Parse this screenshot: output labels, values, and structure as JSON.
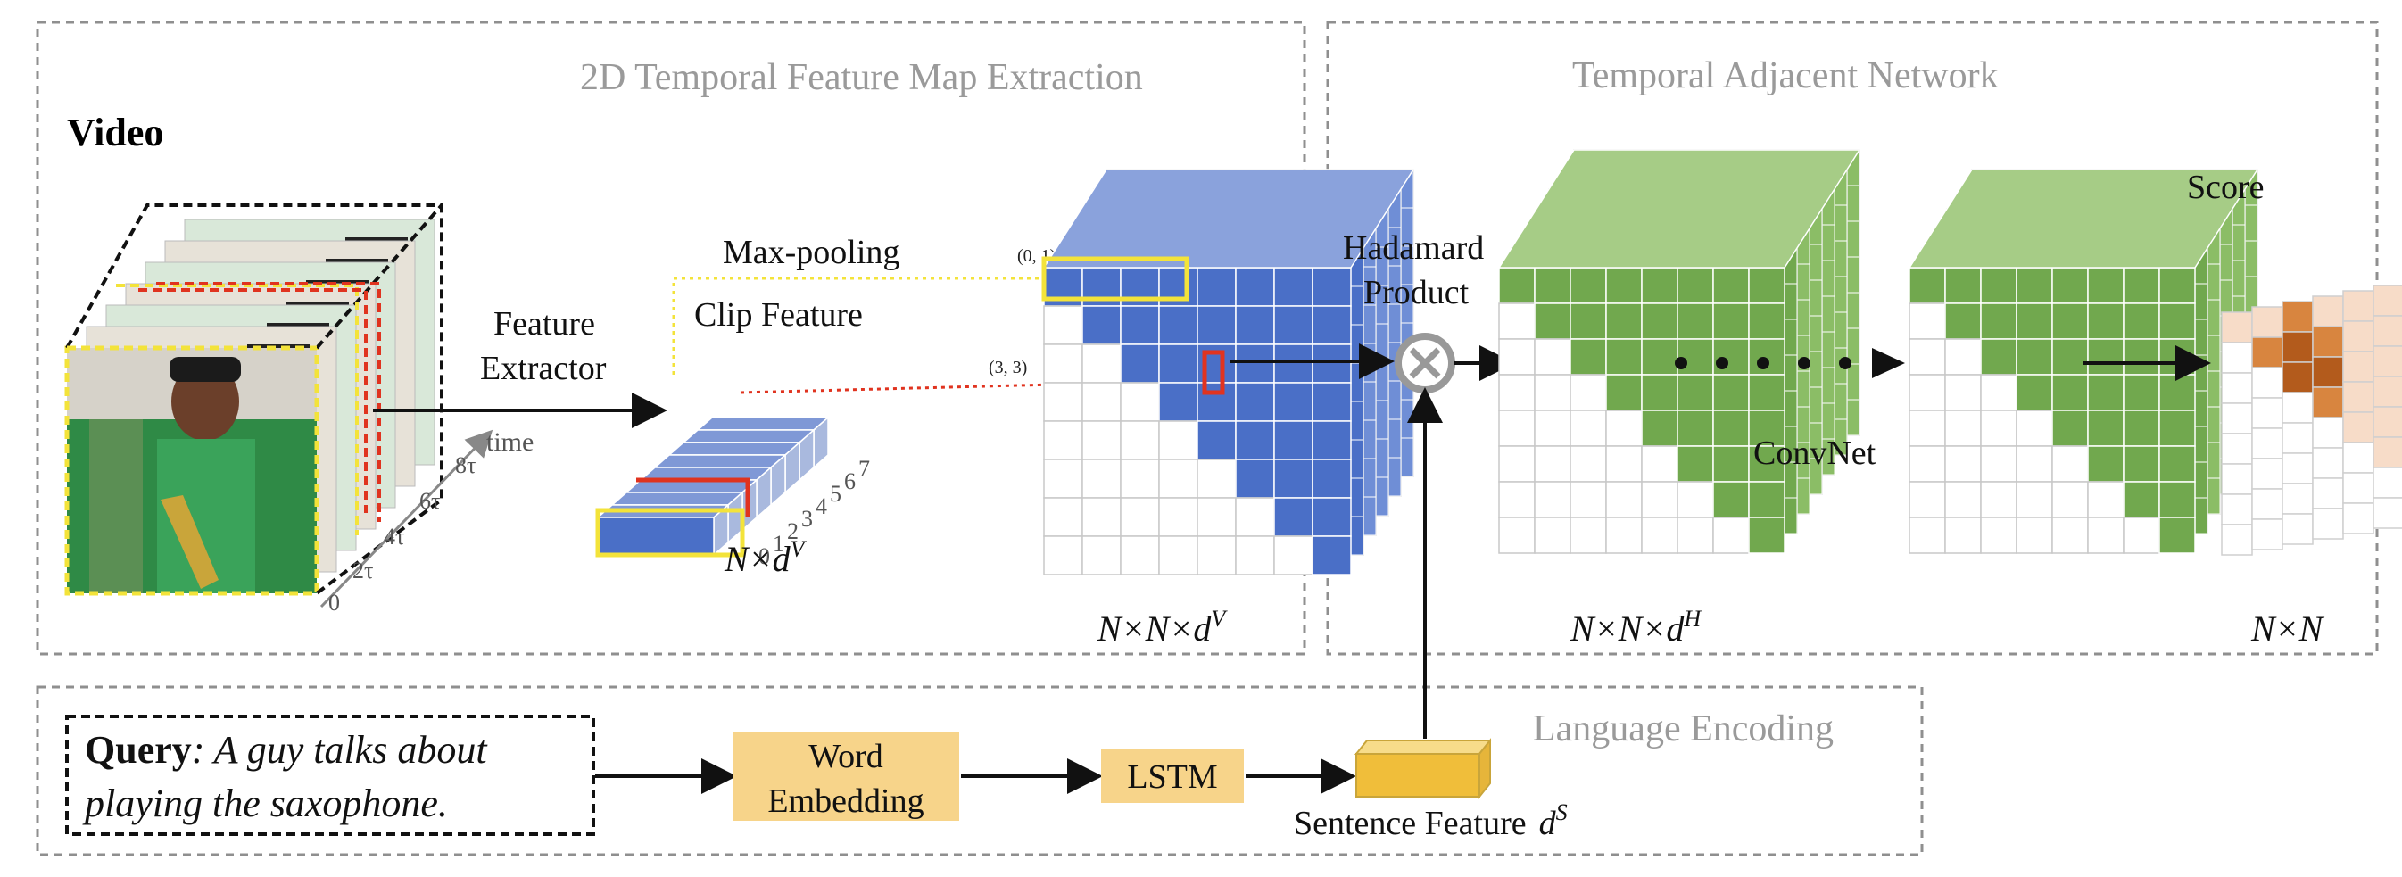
{
  "sections": {
    "feature_map": "2D Temporal Feature Map Extraction",
    "tan": "Temporal Adjacent Network",
    "language": "Language Encoding"
  },
  "video": {
    "label": "Video",
    "time_label": "time",
    "ticks": [
      "8τ",
      "6τ",
      "4τ",
      "2τ",
      "0"
    ]
  },
  "extractor": {
    "line1": "Feature",
    "line2": "Extractor"
  },
  "clip": {
    "title": "Clip Feature",
    "pool": "Max-pooling",
    "dims": "N×d",
    "dims_sup": "V",
    "indices": [
      "0",
      "1",
      "2",
      "3",
      "4",
      "5",
      "6",
      "7"
    ]
  },
  "feature_map": {
    "coord_a": "(0, 1)",
    "coord_b": "(3, 3)",
    "dims": "N×N×d",
    "dims_sup": "V"
  },
  "fusion": {
    "line1": "Hadamard",
    "line2": "Product"
  },
  "convnet": {
    "label": "ConvNet",
    "dims": "N×N×d",
    "dims_sup": "H"
  },
  "score": {
    "label": "Score",
    "dims": "N×N"
  },
  "query": {
    "bold": "Query",
    "line1": ": A guy talks about",
    "line2": "playing the saxophone."
  },
  "word_embedding": {
    "line1": "Word",
    "line2": "Embedding"
  },
  "lstm": "LSTM",
  "sentence": {
    "label": "Sentence Feature",
    "sym": "d",
    "sup": "S"
  },
  "colors": {
    "blue": "#4a6fc7",
    "blue_light": "#a9b9de",
    "green": "#71a84e",
    "green_light": "#b7d49c",
    "yellow": "#f3e33a",
    "red": "#e0331f",
    "orange": "#f7d48a",
    "gold": "#f0be3a",
    "score_dark": "#b35b1c",
    "score_mid": "#d8853f",
    "score_light": "#f7dcc8"
  }
}
